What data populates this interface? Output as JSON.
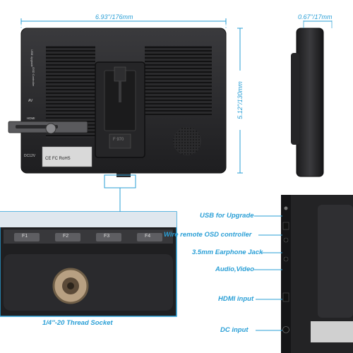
{
  "dimensions": {
    "width": "6.93''/176mm",
    "height": "5.12''/130mm",
    "depth": "0.67''/17mm"
  },
  "rear_panel": {
    "port_labels": [
      "USB Upgrade",
      "OSD Controller",
      "AV",
      "HDMI",
      "DC12V"
    ],
    "label_sticker": "CE FC RoHS",
    "battery_mark": "F 970"
  },
  "callouts": {
    "usb": "USB for Upgrade",
    "osd": "Wire remote OSD controller",
    "earphone": "3.5mm Earphone Jack",
    "av": "Audio,Video",
    "hdmi": "HDMI input",
    "dc": "DC input"
  },
  "bottom_detail": {
    "buttons": [
      "F1",
      "F2",
      "F3",
      "F4"
    ],
    "caption": "1/4''-20 Thread Socket"
  },
  "colors": {
    "accent": "#2a9fd6",
    "body": "#2b2b2d",
    "background": "#ffffff"
  }
}
